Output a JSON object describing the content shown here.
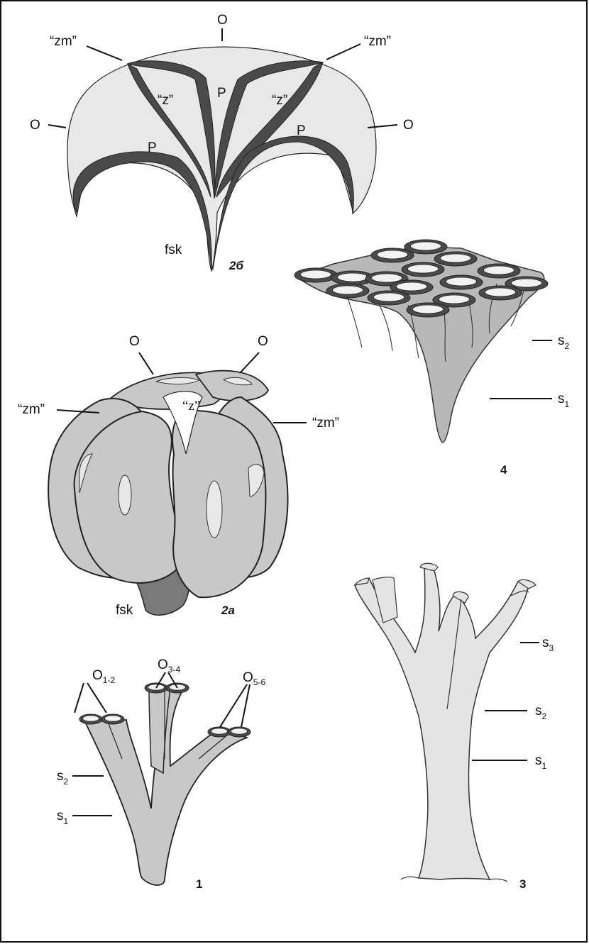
{
  "fig_2b": {
    "caption": "2б",
    "label_o": "O",
    "label_zm": "“zm”",
    "label_z": "“z”",
    "label_p": "P",
    "label_fsk": "fsk"
  },
  "fig_2a": {
    "caption": "2a",
    "label_o": "O",
    "label_zm": "“zm”",
    "label_z": "“z”",
    "label_fsk": "fsk"
  },
  "fig_1": {
    "caption": "1",
    "o12_base": "O",
    "o12_sub": "1-2",
    "o34_base": "O",
    "o34_sub": "3-4",
    "o56_base": "O",
    "o56_sub": "5-6",
    "s2_base": "s",
    "s2_sub": "2",
    "s1_base": "s",
    "s1_sub": "1"
  },
  "fig_3": {
    "caption": "3",
    "s3_base": "s",
    "s3_sub": "3",
    "s2_base": "s",
    "s2_sub": "2",
    "s1_base": "s",
    "s1_sub": "1"
  },
  "fig_4": {
    "caption": "4",
    "s2_base": "s",
    "s2_sub": "2",
    "s1_base": "s",
    "s1_sub": "1"
  },
  "colors": {
    "frame": "#111111",
    "light_fill": "#e8e8e8",
    "mid_fill": "#c8c8c8",
    "dark_fill": "#4a4a4a",
    "stalk_fill": "#7a7a7a",
    "branch_fill": "#e4e4e4",
    "opening_fill": "#f2f2f2"
  }
}
